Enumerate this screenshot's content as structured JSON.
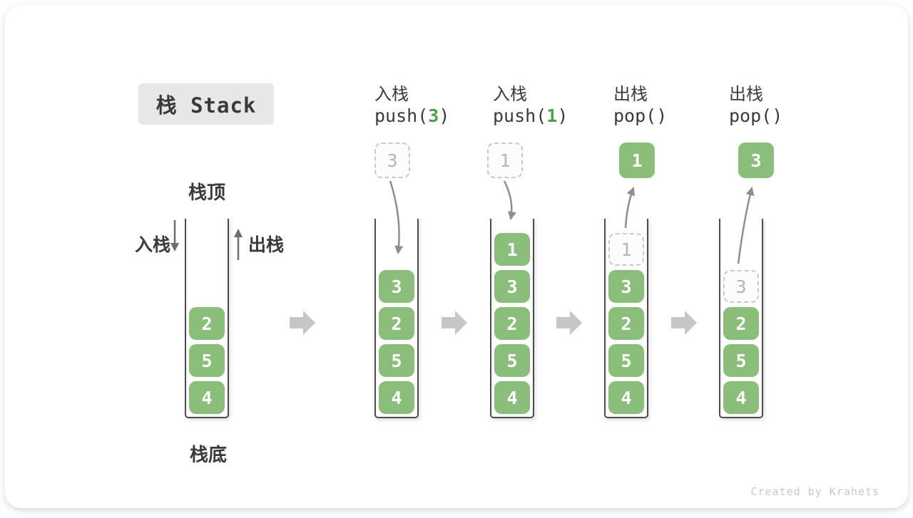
{
  "title": "栈 Stack",
  "legend": {
    "top_label": "栈顶",
    "bottom_label": "栈底",
    "push_label": "入栈",
    "pop_label": "出栈"
  },
  "columns": [
    {
      "name": "initial-state",
      "stack": [
        "2",
        "5",
        "4"
      ]
    },
    {
      "name": "push-3",
      "op_label": "入栈",
      "code_pre": "push(",
      "code_arg": "3",
      "code_post": ")",
      "floating_value": "3",
      "stack": [
        "3",
        "2",
        "5",
        "4"
      ]
    },
    {
      "name": "push-1",
      "op_label": "入栈",
      "code_pre": "push(",
      "code_arg": "1",
      "code_post": ")",
      "floating_value": "1",
      "stack": [
        "1",
        "3",
        "2",
        "5",
        "4"
      ]
    },
    {
      "name": "pop-1",
      "op_label": "出栈",
      "code": "pop()",
      "floating_value": "1",
      "ghost_value": "1",
      "stack": [
        "3",
        "2",
        "5",
        "4"
      ]
    },
    {
      "name": "pop-3",
      "op_label": "出栈",
      "code": "pop()",
      "floating_value": "3",
      "ghost_value": "3",
      "stack": [
        "2",
        "5",
        "4"
      ]
    }
  ],
  "watermark": "Created by Krahets",
  "colors": {
    "box": "#8abe7a",
    "boxtext": "#ffffff",
    "wall": "#4c4c4c",
    "text": "#3a3a3a",
    "ghostborder": "#c9c9c9",
    "ghosttext": "#b5b5b5",
    "ghostbg": "#fcfcfc",
    "arrow": "#6e6e6e",
    "curve": "#8d8d8d",
    "chevron": "#c6c6c6",
    "titlebg": "#e7e7e7",
    "codearg": "#4b9e4b",
    "watermark": "#c9c9c9"
  }
}
